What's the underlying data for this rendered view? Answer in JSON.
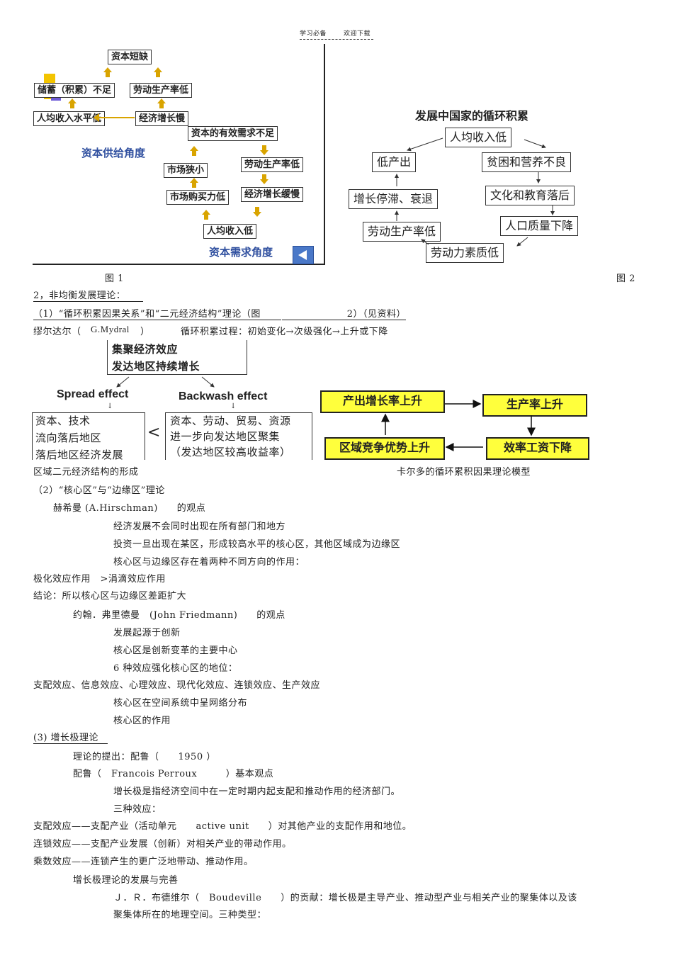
{
  "header": {
    "left": "学习必备",
    "right": "欢迎下载"
  },
  "fig1": {
    "boxes": {
      "capital_short": "资本短缺",
      "savings": "储蓄（积累）不足",
      "labor_prod": "劳动生产率低",
      "income_low": "人均收入水平低",
      "growth_slow": "经济增长慢",
      "demand": "资本的有效需求不足",
      "market_narrow": "市场狭小",
      "labor_prod2": "劳动生产率低",
      "purchasing": "市场购买力低",
      "growth_slow2": "经济增长缓慢",
      "income_low2": "人均收入低"
    },
    "label_supply": "资本供给角度",
    "label_demand": "资本需求角度",
    "caption": "图 1"
  },
  "fig2": {
    "title": "发展中国家的循环积累",
    "boxes": {
      "income": "人均收入低",
      "low_output": "低产出",
      "poverty": "贫困和营养不良",
      "stagnation": "增长停滞、衰退",
      "culture": "文化和教育落后",
      "labor_prod": "劳动生产率低",
      "pop_quality": "人口质量下降",
      "labor_quality": "劳动力素质低"
    },
    "caption": "图 2"
  },
  "section2": {
    "heading": "2，非均衡发展理论：",
    "sub1": "（1）“循环积累因果关系”和“二元经济结构”理论（图",
    "sub1b": "2）（见资料）",
    "line_myrdal_a": "缪尔达尔（",
    "line_myrdal_b": "G.Mydral",
    "line_myrdal_c": "）",
    "line_myrdal_d": "循环积累过程：初始变化→次级强化→上升或下降"
  },
  "fig3": {
    "top1": "集聚经济效应",
    "top2": "发达地区持续增长",
    "spread": "Spread effect",
    "backwash": "Backwash effect",
    "left1": "资本、技术",
    "left2": "流向落后地区",
    "left3": "落后地区经济发展",
    "lt": "<",
    "right1": "资本、劳动、贸易、资源",
    "right2": "进一步向发达地区聚集",
    "right3": "（发达地区较高收益率）",
    "caption": "区域二元经济结构的形成"
  },
  "fig4": {
    "b1": "产出增长率上升",
    "b2": "生产率上升",
    "b3": "区域竞争优势上升",
    "b4": "效率工资下降",
    "caption": "卡尔多的循环累积因果理论模型"
  },
  "body": [
    {
      "t": "（2）“核心区”与“边缘区”理论"
    },
    {
      "t": "赫希曼 (A.Hirschman)　　的观点"
    },
    {
      "t": "经济发展不会同时出现在所有部门和地方"
    },
    {
      "t": "投资一旦出现在某区，形成较高水平的核心区，其他区域成为边缘区"
    },
    {
      "t": "核心区与边缘区存在着两种不同方向的作用："
    },
    {
      "t": "极化效应作用　>涓滴效应作用"
    },
    {
      "t": "结论：所以核心区与边缘区差距扩大"
    },
    {
      "t": "约翰．弗里德曼　(John Friedmann)　　的观点"
    },
    {
      "t": "发展起源于创新"
    },
    {
      "t": "核心区是创新变革的主要中心"
    },
    {
      "t": "6 种效应强化核心区的地位："
    },
    {
      "t": "支配效应、信息效应、心理效应、现代化效应、连锁效应、生产效应"
    },
    {
      "t": "核心区在空间系统中呈网络分布"
    },
    {
      "t": "核心区的作用"
    },
    {
      "t": "(3) 增长极理论"
    },
    {
      "t": "理论的提出：配鲁（　　1950 ）"
    },
    {
      "t": "配鲁（　Francois Perroux　　　）基本观点"
    },
    {
      "t": "增长极是指经济空间中在一定时期内起支配和推动作用的经济部门。"
    },
    {
      "t": "三种效应："
    },
    {
      "t": "支配效应——支配产业（活动单元　　active unit　　）对其他产业的支配作用和地位。"
    },
    {
      "t": "连锁效应——支配产业发展（创新）对相关产业的带动作用。"
    },
    {
      "t": "乘数效应——连锁产生的更广泛地带动、推动作用。"
    },
    {
      "t": "增长极理论的发展与完善"
    },
    {
      "t": "Ｊ．Ｒ．布德维尔（　Boudeville　　）的贡献：增长极是主导产业、推动型产业与相关产业的聚集体以及该"
    },
    {
      "t": "聚集体所在的地理空间。三种类型："
    }
  ],
  "colors": {
    "arrow": "#d9a400",
    "yellow_box": "#ffff3c",
    "blue_label": "#2f4f9f",
    "nav_button": "#4a78c8"
  }
}
